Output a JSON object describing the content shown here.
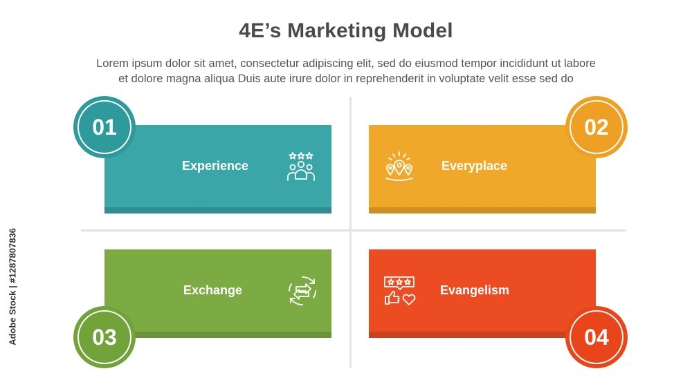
{
  "title": "4E’s Marketing Model",
  "subtitle": {
    "line1": "Lorem ipsum dolor sit amet, consectetur adipiscing elit, sed do eiusmod tempor incididunt ut labore",
    "line2": "et dolore magna aliqua Duis aute irure dolor in reprehenderit in voluptate velit esse sed do"
  },
  "items": [
    {
      "number": "01",
      "label": "Experience",
      "icon": "group-stars-icon",
      "color": "#3aa6a8",
      "badge_color": "#2f9a9c"
    },
    {
      "number": "02",
      "label": "Everyplace",
      "icon": "map-pins-icon",
      "color": "#f0a82a",
      "badge_color": "#eda023"
    },
    {
      "number": "03",
      "label": "Exchange",
      "icon": "exchange-arrows-icon",
      "color": "#7dab43",
      "badge_color": "#72a23a"
    },
    {
      "number": "04",
      "label": "Evangelism",
      "icon": "rating-like-heart-icon",
      "color": "#ec4c22",
      "badge_color": "#e8451b"
    }
  ],
  "watermark": "Adobe Stock | #1287807836"
}
